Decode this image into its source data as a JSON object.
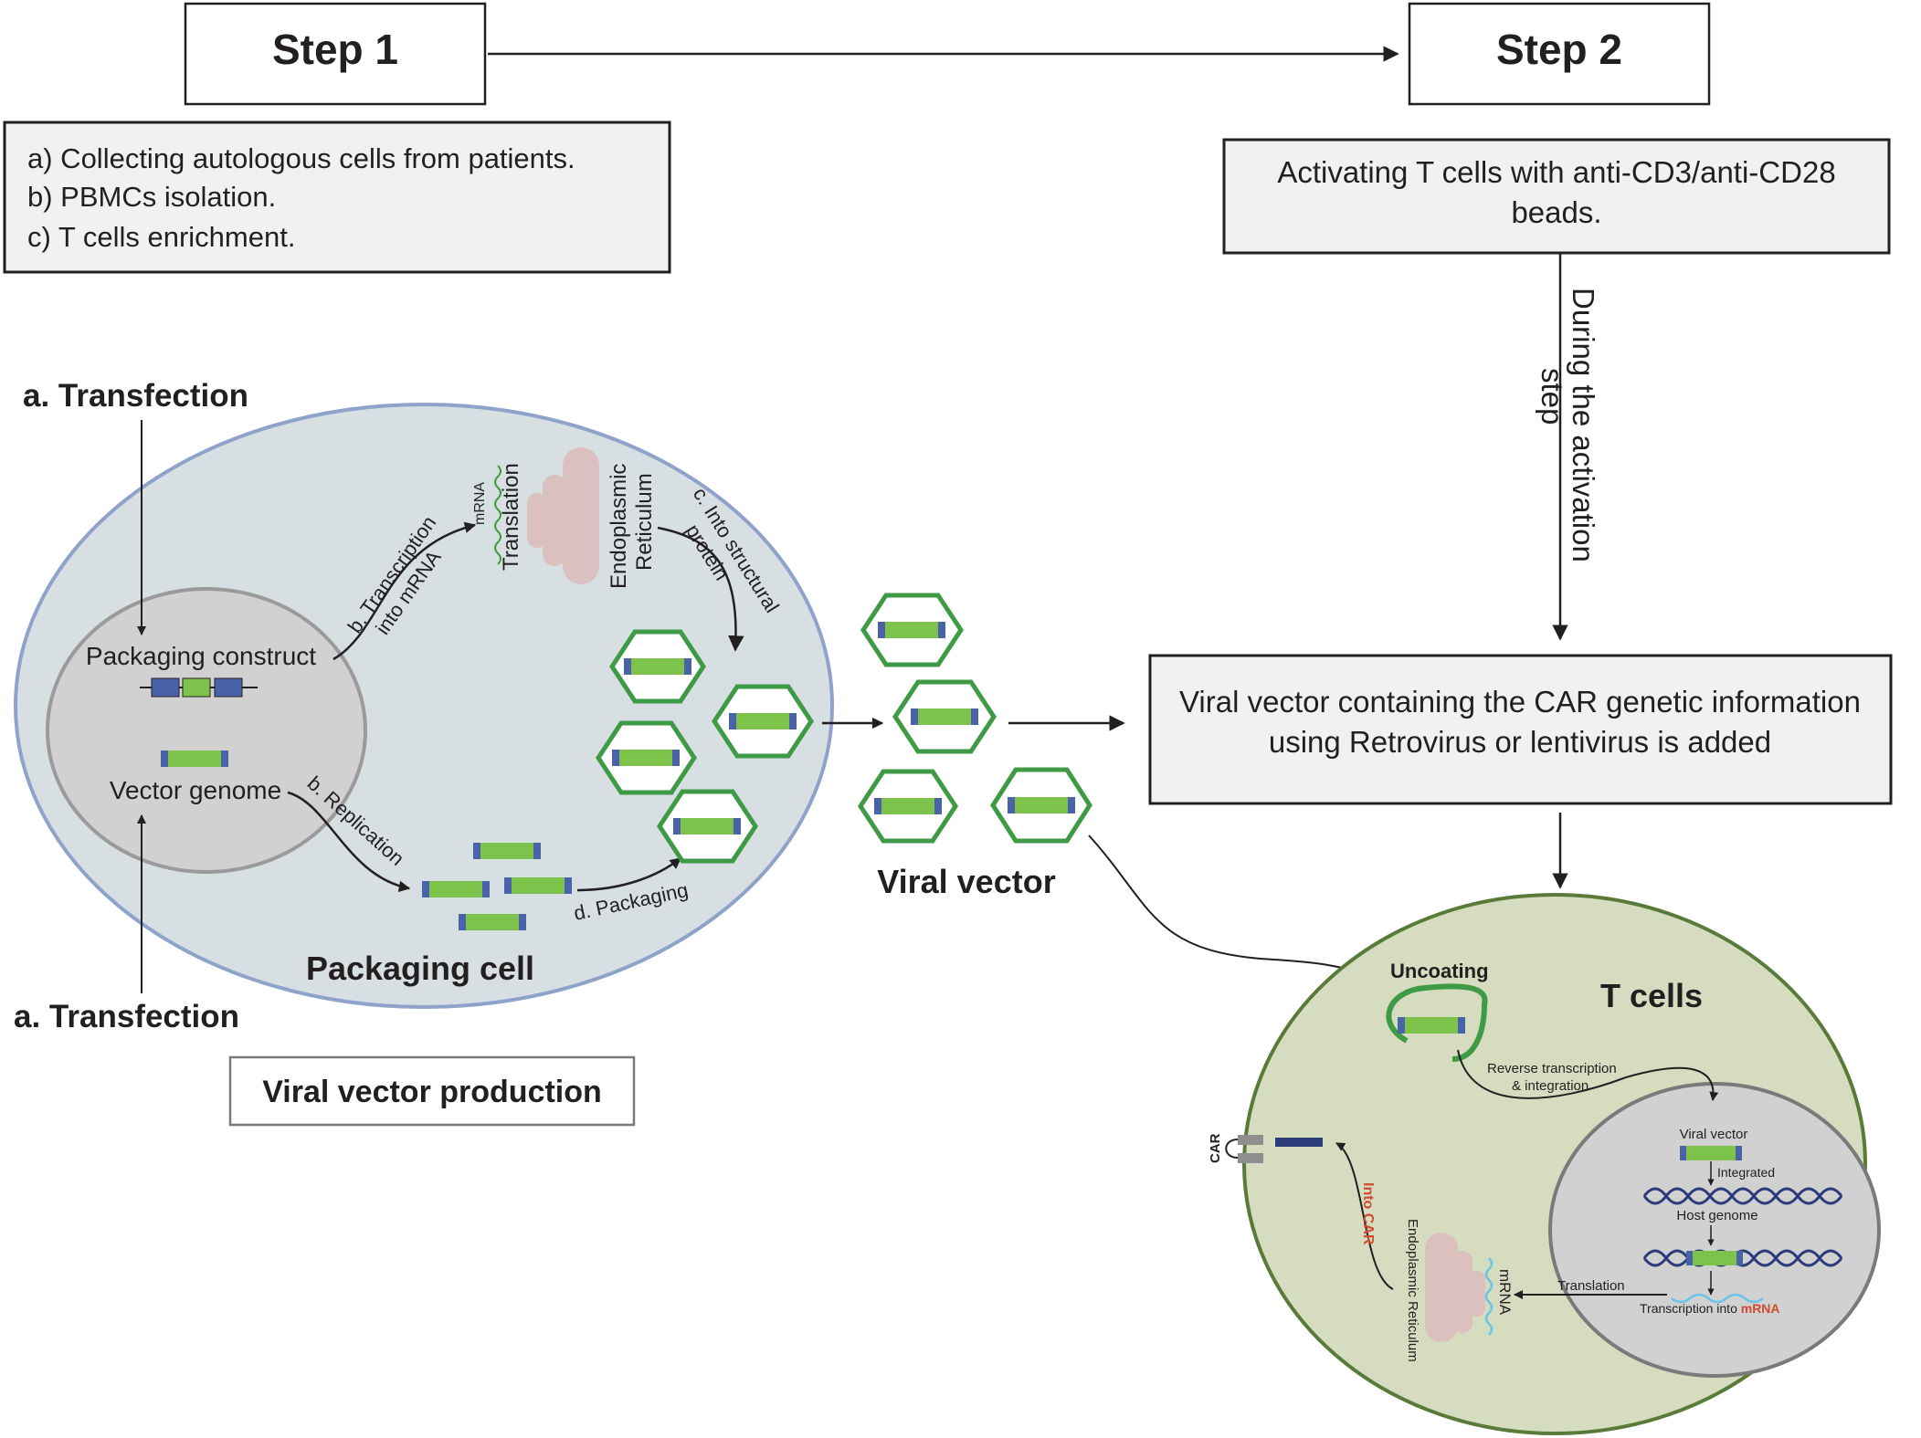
{
  "step1": {
    "title": "Step 1",
    "items": [
      "a) Collecting autologous cells from patients.",
      "b) PBMCs isolation.",
      "c) T cells enrichment."
    ]
  },
  "step2": {
    "title": "Step 2",
    "activation_lines": [
      "Activating T cells with anti-CD3/anti-CD28",
      "beads."
    ],
    "during_lines": [
      "During the activation",
      "step"
    ]
  },
  "viral_vector_added_lines": [
    "Viral vector containing the CAR genetic information",
    "using Retrovirus or lentivirus is added"
  ],
  "packaging": {
    "transfection_top": "a. Transfection",
    "transfection_bottom": "a. Transfection",
    "packaging_construct": "Packaging construct",
    "vector_genome": "Vector genome",
    "transcription_lines": [
      "b. Transcription",
      "into mRNA"
    ],
    "mrna": "mRNA",
    "translation": "Translation",
    "er_lines": [
      "Endoplasmic",
      "Reticulum"
    ],
    "structural_lines": [
      "c. Into structural",
      "protein"
    ],
    "replication": "b. Replication",
    "packaging_step": "d. Packaging",
    "cell_label": "Packaging cell",
    "production_label": "Viral vector production"
  },
  "viral_vector_label": "Viral vector",
  "tcell": {
    "label": "T cells",
    "uncoating": "Uncoating",
    "rt_lines": [
      "Reverse transcription",
      "& integration"
    ],
    "viral_vector": "Viral vector",
    "integrated": "Integrated",
    "host_genome": "Host genome",
    "transcription_prefix": "Transcription into ",
    "transcription_mrna": "mRNA",
    "translation": "Translation",
    "mrna": "mRNA",
    "er": "Endoplasmic Reticulum",
    "into_car": "Into CAR",
    "car": "CAR"
  },
  "colors": {
    "green": "#3f9a45",
    "light_green": "#7dc24b",
    "blue_end": "#4a63a8",
    "packaging_cell_fill": "#d7dfe3",
    "packaging_cell_stroke": "#8fa2c9",
    "nucleus_fill": "#d1d1d1",
    "tcell_fill": "#d5dcc0",
    "tcell_stroke": "#5a7a3a",
    "er_fill": "#dcbdbd",
    "red_text": "#d14a32",
    "dna_blue": "#2c3e7a",
    "mrna_cyan": "#6ac3e8"
  }
}
